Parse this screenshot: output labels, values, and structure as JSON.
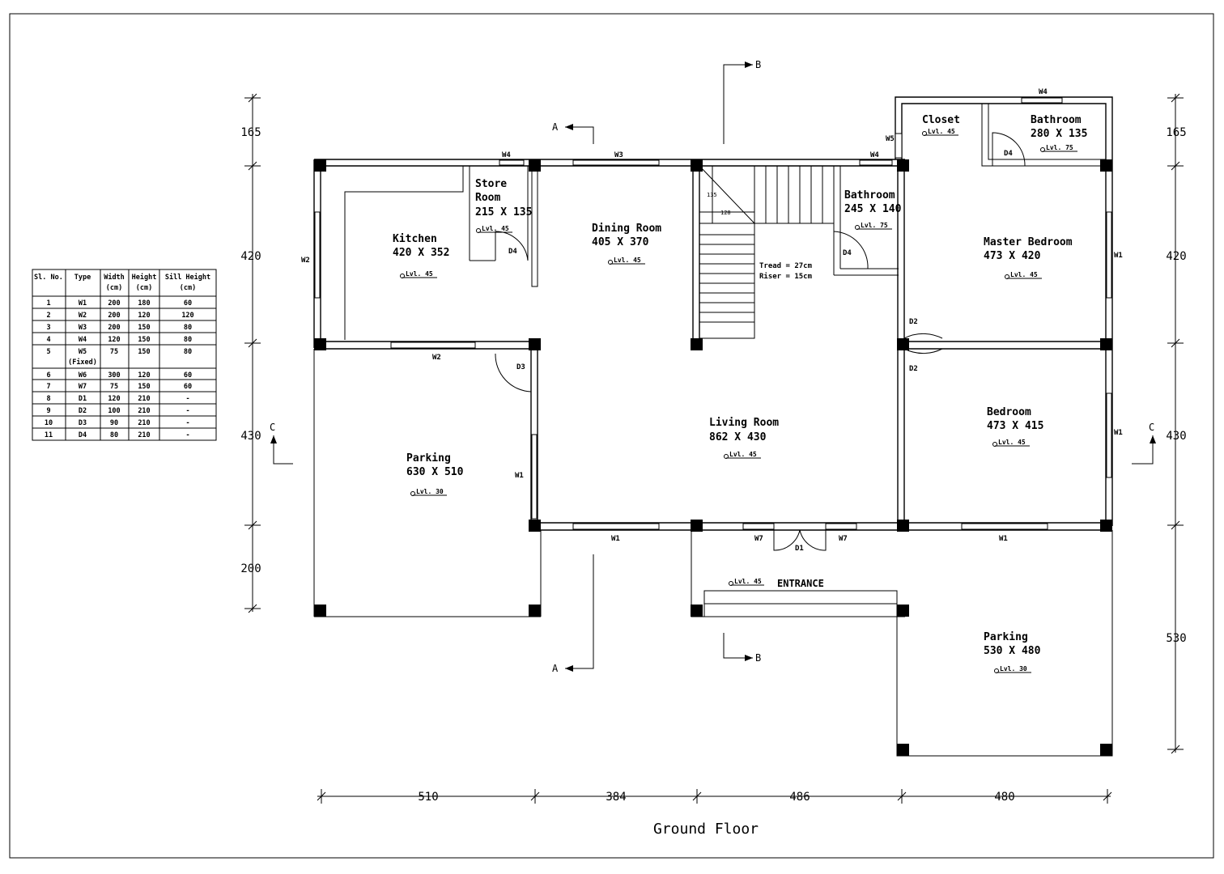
{
  "title": "Ground Floor",
  "rooms": [
    {
      "name": "Kitchen",
      "size": "420 X 352",
      "level": "Lvl. 45"
    },
    {
      "name": "Store",
      "name2": "Room",
      "size": "215 X 135",
      "level": "Lvl. 45"
    },
    {
      "name": "Dining Room",
      "size": "405 X 370",
      "level": "Lvl. 45"
    },
    {
      "name": "Bathroom",
      "size": "245 X 140",
      "level": "Lvl. 75"
    },
    {
      "name": "Closet",
      "size": "",
      "level": "Lvl. 45"
    },
    {
      "name": "Bathroom",
      "size": "280 X 135",
      "level": "Lvl. 75"
    },
    {
      "name": "Master Bedroom",
      "size": "473 X 420",
      "level": "Lvl. 45"
    },
    {
      "name": "Living Room",
      "size": "862 X 430",
      "level": "Lvl. 45"
    },
    {
      "name": "Bedroom",
      "size": "473 X 415",
      "level": "Lvl. 45"
    },
    {
      "name": "Parking",
      "size": "630 X 510",
      "level": "Lvl. 30"
    },
    {
      "name": "Parking",
      "size": "530 X 480",
      "level": "Lvl. 30"
    },
    {
      "name": "ENTRANCE",
      "level": "Lvl. 45"
    }
  ],
  "tags": {
    "w1": "W1",
    "w2": "W2",
    "w3": "W3",
    "w4": "W4",
    "w5": "W5",
    "w7": "W7",
    "d1": "D1",
    "d2": "D2",
    "d3": "D3",
    "d4": "D4"
  },
  "stair": {
    "tread": "Tread = 27cm",
    "riser": "Riser = 15cm",
    "dim_a": "135",
    "dim_b": "128"
  },
  "sections": {
    "a": "A",
    "b": "B",
    "c": "C"
  },
  "dims_bottom": [
    "510",
    "384",
    "486",
    "480"
  ],
  "dims_left": [
    "165",
    "420",
    "430",
    "200"
  ],
  "dims_right": [
    "165",
    "420",
    "430",
    "530"
  ],
  "schedule": {
    "headers": [
      [
        "Sl. No.",
        ""
      ],
      [
        "Type",
        ""
      ],
      [
        "Width",
        "(cm)"
      ],
      [
        "Height",
        "(cm)"
      ],
      [
        "Sill Height",
        "(cm)"
      ]
    ],
    "rows": [
      [
        "1",
        "W1",
        "",
        "200",
        "180",
        "60"
      ],
      [
        "2",
        "W2",
        "",
        "200",
        "120",
        "120"
      ],
      [
        "3",
        "W3",
        "",
        "200",
        "150",
        "80"
      ],
      [
        "4",
        "W4",
        "",
        "120",
        "150",
        "80"
      ],
      [
        "5",
        "W5",
        "(Fixed)",
        "75",
        "150",
        "80"
      ],
      [
        "6",
        "W6",
        "",
        "300",
        "120",
        "60"
      ],
      [
        "7",
        "W7",
        "",
        "75",
        "150",
        "60"
      ],
      [
        "8",
        "D1",
        "",
        "120",
        "210",
        "-"
      ],
      [
        "9",
        "D2",
        "",
        "100",
        "210",
        "-"
      ],
      [
        "10",
        "D3",
        "",
        "90",
        "210",
        "-"
      ],
      [
        "11",
        "D4",
        "",
        "80",
        "210",
        "-"
      ]
    ]
  }
}
